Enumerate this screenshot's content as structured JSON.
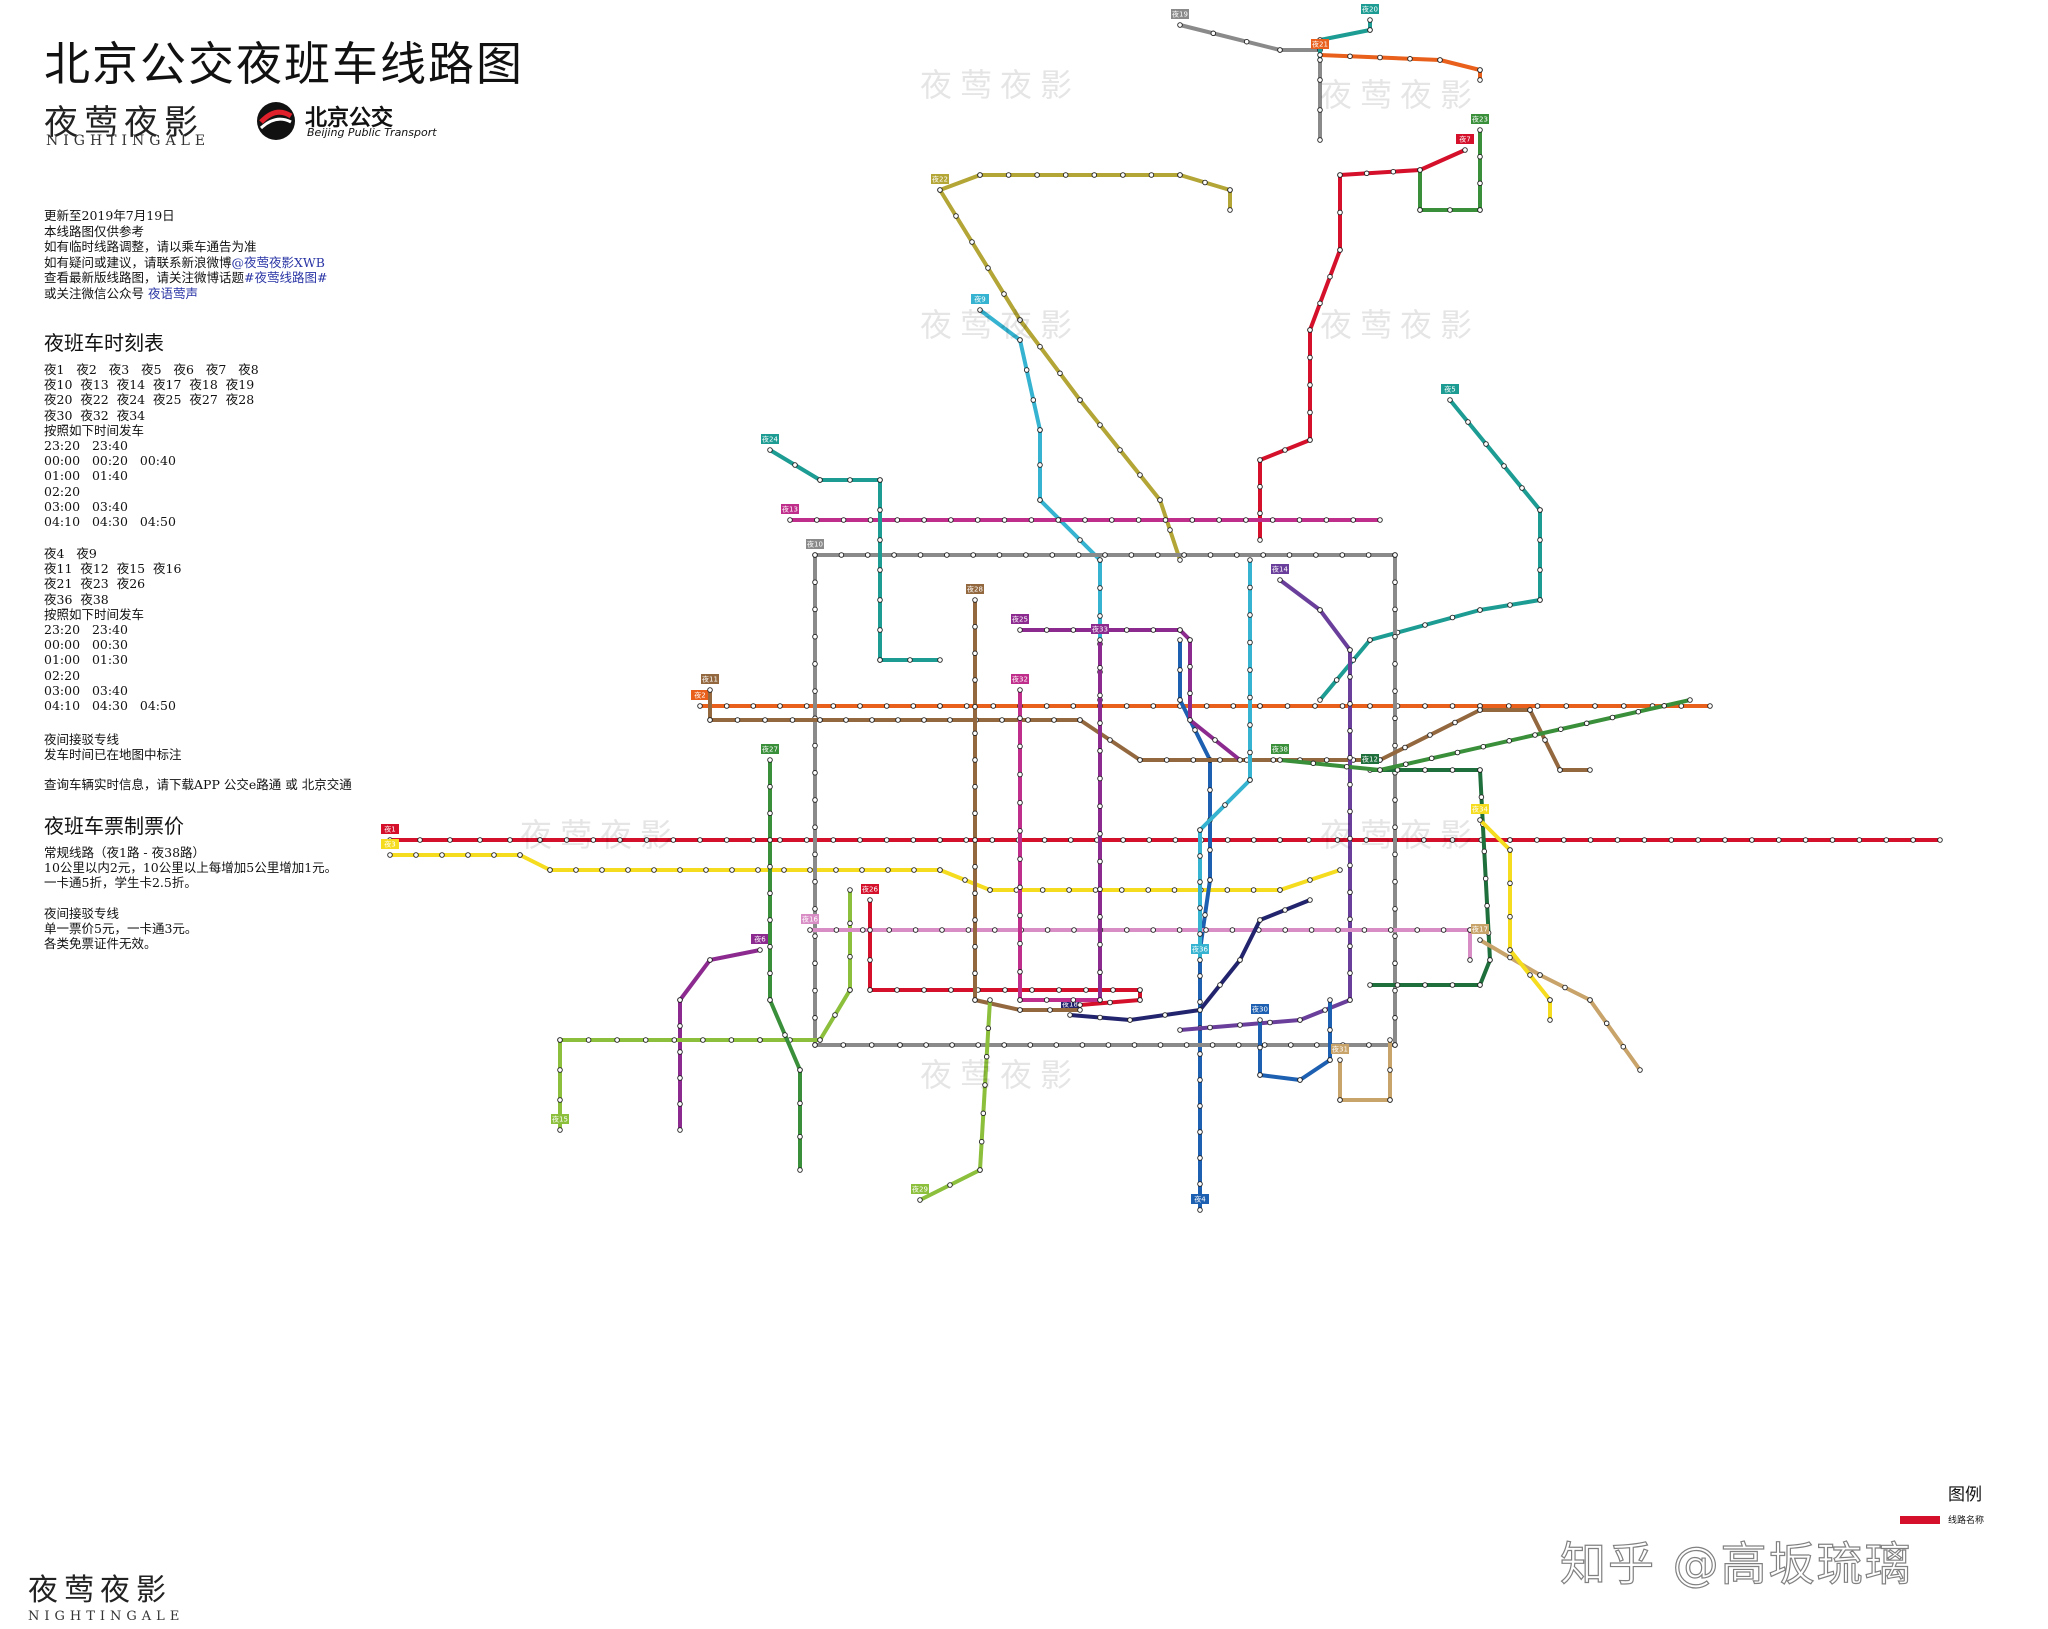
{
  "header": {
    "title": "北京公交夜班车线路图",
    "brand_cn": "夜莺夜影",
    "brand_en": "NIGHTINGALE",
    "bus_brand_cn": "北京公交",
    "bus_brand_en": "Beijing Public Transport"
  },
  "info": {
    "updated": "更新至2019年7月19日",
    "ref": "本线路图仅供参考",
    "notice": "如有临时线路调整，请以乘车通告为准",
    "contact_prefix": "如有疑问或建议，请联系新浪微博",
    "contact_weibo": "@夜莺夜影XWB",
    "latest_prefix": "查看最新版线路图，请关注微博话题",
    "latest_topic": "#夜莺线路图#",
    "wechat_prefix": "或关注微信公众号",
    "wechat_name": "夜语莺声"
  },
  "timetable": {
    "title": "夜班车时刻表",
    "group1": [
      "夜1   夜2   夜3   夜5   夜6   夜7   夜8",
      "夜10  夜13  夜14  夜17  夜18  夜19",
      "夜20  夜22  夜24  夜25  夜27  夜28",
      "夜30  夜32  夜34",
      "按照如下时间发车",
      "23:20   23:40",
      "00:00   00:20   00:40",
      "01:00   01:40",
      "02:20",
      "03:00   03:40",
      "04:10   04:30   04:50"
    ],
    "group2": [
      "夜4   夜9",
      "夜11  夜12  夜15  夜16",
      "夜21  夜23  夜26",
      "夜36  夜38",
      "按照如下时间发车",
      "23:20   23:40",
      "00:00   00:30",
      "01:00   01:30",
      "02:20",
      "03:00   03:40",
      "04:10   04:30   04:50"
    ],
    "shuttle_title": "夜间接驳专线",
    "shuttle_note": "发车时间已在地图中标注",
    "app_prefix": "查询车辆实时信息，请下载APP",
    "app1": "公交e路通",
    "app_or": "或",
    "app2": "北京交通"
  },
  "fares": {
    "title": "夜班车票制票价",
    "regular_title": "常规线路（夜1路 - 夜38路）",
    "regular_lines": [
      "10公里以内2元，10公里以上每增加5公里增加1元。",
      "一卡通5折，学生卡2.5折。"
    ],
    "shuttle_title": "夜间接驳专线",
    "shuttle_lines": [
      "单一票价5元，一卡通3元。",
      "各类免票证件无效。"
    ]
  },
  "legend": {
    "title": "图例",
    "line_label": "线路名称"
  },
  "watermark": {
    "text": "夜莺夜影",
    "zhihu": "知乎 @高坂琉璃"
  },
  "colors": {
    "red": "#d4102b",
    "orange": "#e8601b",
    "yellow": "#f5dc1e",
    "green": "#3a8f3a",
    "darkgreen": "#1e6f3b",
    "blue": "#1d5fb0",
    "navy": "#23246e",
    "teal": "#1c9c93",
    "cyan": "#35b3d0",
    "purple": "#8c2a8f",
    "magenta": "#c02e8b",
    "olive": "#b3a536",
    "gray": "#8a8a8a",
    "brown": "#93683f",
    "lime": "#8cbf3c",
    "violet": "#6a3f9b",
    "pink": "#d88ec5",
    "tan": "#c8a36a"
  },
  "lines": [
    {
      "name": "夜1",
      "color": "#d4102b",
      "points": [
        [
          10,
          840
        ],
        [
          160,
          840
        ],
        [
          560,
          840
        ],
        [
          900,
          840
        ],
        [
          1130,
          840
        ],
        [
          1560,
          840
        ]
      ]
    },
    {
      "name": "夜2",
      "color": "#e8601b",
      "points": [
        [
          320,
          706
        ],
        [
          560,
          706
        ],
        [
          880,
          706
        ],
        [
          1100,
          706
        ],
        [
          1330,
          706
        ]
      ]
    },
    {
      "name": "夜3",
      "color": "#f5dc1e",
      "points": [
        [
          10,
          855
        ],
        [
          140,
          855
        ],
        [
          170,
          870
        ],
        [
          560,
          870
        ],
        [
          610,
          890
        ],
        [
          900,
          890
        ],
        [
          960,
          870
        ]
      ]
    },
    {
      "name": "夜4",
      "color": "#1d5fb0",
      "points": [
        [
          820,
          1210
        ],
        [
          820,
          950
        ],
        [
          830,
          880
        ],
        [
          830,
          760
        ],
        [
          800,
          700
        ],
        [
          800,
          640
        ]
      ]
    },
    {
      "name": "夜5",
      "color": "#1c9c93",
      "points": [
        [
          1070,
          400
        ],
        [
          1160,
          510
        ],
        [
          1160,
          600
        ],
        [
          1100,
          610
        ],
        [
          990,
          640
        ],
        [
          940,
          700
        ]
      ]
    },
    {
      "name": "夜6",
      "color": "#8c2a8f",
      "points": [
        [
          380,
          950
        ],
        [
          330,
          960
        ],
        [
          300,
          1000
        ],
        [
          300,
          1130
        ]
      ]
    },
    {
      "name": "夜7",
      "color": "#d4102b",
      "points": [
        [
          1085,
          150
        ],
        [
          1040,
          170
        ],
        [
          960,
          175
        ],
        [
          960,
          250
        ],
        [
          930,
          330
        ],
        [
          930,
          440
        ],
        [
          880,
          460
        ],
        [
          880,
          540
        ]
      ]
    },
    {
      "name": "夜8",
      "color": "#b3a536",
      "points": [
        [
          560,
          190
        ],
        [
          640,
          320
        ],
        [
          700,
          400
        ],
        [
          780,
          500
        ],
        [
          800,
          560
        ]
      ]
    },
    {
      "name": "夜9",
      "color": "#35b3d0",
      "points": [
        [
          600,
          310
        ],
        [
          640,
          340
        ],
        [
          660,
          430
        ],
        [
          660,
          500
        ],
        [
          720,
          560
        ],
        [
          720,
          700
        ]
      ]
    },
    {
      "name": "夜10",
      "color": "#8a8a8a",
      "points": [
        [
          435,
          555
        ],
        [
          1015,
          555
        ],
        [
          1015,
          1045
        ],
        [
          520,
          1045
        ],
        [
          435,
          1045
        ],
        [
          435,
          555
        ]
      ]
    },
    {
      "name": "夜11",
      "color": "#93683f",
      "points": [
        [
          330,
          690
        ],
        [
          330,
          720
        ],
        [
          440,
          720
        ],
        [
          700,
          720
        ],
        [
          760,
          760
        ],
        [
          1000,
          760
        ],
        [
          1100,
          710
        ],
        [
          1150,
          710
        ],
        [
          1180,
          770
        ],
        [
          1210,
          770
        ]
      ]
    },
    {
      "name": "夜12",
      "color": "#1e6f3b",
      "points": [
        [
          990,
          770
        ],
        [
          1100,
          770
        ],
        [
          1110,
          960
        ],
        [
          1100,
          985
        ],
        [
          990,
          985
        ]
      ]
    },
    {
      "name": "夜13",
      "color": "#c02e8b",
      "points": [
        [
          410,
          520
        ],
        [
          1000,
          520
        ]
      ]
    },
    {
      "name": "夜14",
      "color": "#6a3f9b",
      "points": [
        [
          900,
          580
        ],
        [
          940,
          610
        ],
        [
          970,
          650
        ],
        [
          970,
          1000
        ],
        [
          920,
          1020
        ],
        [
          800,
          1030
        ]
      ]
    },
    {
      "name": "夜15",
      "color": "#8cbf3c",
      "points": [
        [
          180,
          1130
        ],
        [
          180,
          1040
        ],
        [
          380,
          1040
        ],
        [
          440,
          1040
        ],
        [
          470,
          990
        ],
        [
          470,
          890
        ]
      ]
    },
    {
      "name": "夜16",
      "color": "#d88ec5",
      "points": [
        [
          430,
          930
        ],
        [
          1090,
          930
        ],
        [
          1090,
          960
        ]
      ]
    },
    {
      "name": "夜17",
      "color": "#c8a36a",
      "points": [
        [
          1100,
          940
        ],
        [
          1160,
          975
        ],
        [
          1210,
          1000
        ],
        [
          1260,
          1070
        ]
      ]
    },
    {
      "name": "夜18",
      "color": "#23246e",
      "points": [
        [
          690,
          1015
        ],
        [
          750,
          1020
        ],
        [
          820,
          1010
        ],
        [
          860,
          960
        ],
        [
          880,
          920
        ],
        [
          930,
          900
        ]
      ]
    },
    {
      "name": "夜19",
      "color": "#8a8a8a",
      "points": [
        [
          800,
          25
        ],
        [
          900,
          50
        ],
        [
          940,
          50
        ],
        [
          940,
          140
        ]
      ]
    },
    {
      "name": "夜20",
      "color": "#1c9c93",
      "points": [
        [
          990,
          20
        ],
        [
          990,
          30
        ],
        [
          940,
          40
        ],
        [
          940,
          60
        ]
      ]
    },
    {
      "name": "夜21",
      "color": "#e8601b",
      "points": [
        [
          940,
          55
        ],
        [
          1060,
          60
        ],
        [
          1100,
          70
        ],
        [
          1100,
          80
        ]
      ]
    },
    {
      "name": "夜22",
      "color": "#b3a536",
      "points": [
        [
          560,
          190
        ],
        [
          600,
          175
        ],
        [
          800,
          175
        ],
        [
          850,
          190
        ],
        [
          850,
          210
        ]
      ]
    },
    {
      "name": "夜23",
      "color": "#3a8f3a",
      "points": [
        [
          1100,
          130
        ],
        [
          1100,
          210
        ],
        [
          1040,
          210
        ],
        [
          1040,
          170
        ]
      ]
    },
    {
      "name": "夜24",
      "color": "#1c9c93",
      "points": [
        [
          390,
          450
        ],
        [
          440,
          480
        ],
        [
          500,
          480
        ],
        [
          500,
          660
        ],
        [
          560,
          660
        ]
      ]
    },
    {
      "name": "夜25",
      "color": "#8c2a8f",
      "points": [
        [
          640,
          630
        ],
        [
          800,
          630
        ],
        [
          810,
          640
        ],
        [
          810,
          720
        ],
        [
          860,
          760
        ]
      ]
    },
    {
      "name": "夜26",
      "color": "#d4102b",
      "points": [
        [
          490,
          900
        ],
        [
          490,
          990
        ],
        [
          760,
          990
        ],
        [
          760,
          1000
        ],
        [
          700,
          1005
        ]
      ]
    },
    {
      "name": "夜27",
      "color": "#3a8f3a",
      "points": [
        [
          390,
          760
        ],
        [
          390,
          1000
        ],
        [
          420,
          1070
        ],
        [
          420,
          1170
        ]
      ]
    },
    {
      "name": "夜28",
      "color": "#93683f",
      "points": [
        [
          595,
          600
        ],
        [
          595,
          1000
        ],
        [
          640,
          1010
        ],
        [
          700,
          1010
        ]
      ]
    },
    {
      "name": "夜29",
      "color": "#8cbf3c",
      "points": [
        [
          540,
          1200
        ],
        [
          600,
          1170
        ],
        [
          610,
          1000
        ]
      ]
    },
    {
      "name": "夜30",
      "color": "#1d5fb0",
      "points": [
        [
          880,
          1020
        ],
        [
          880,
          1075
        ],
        [
          920,
          1080
        ],
        [
          950,
          1060
        ],
        [
          950,
          1000
        ]
      ]
    },
    {
      "name": "夜31",
      "color": "#c8a36a",
      "points": [
        [
          960,
          1060
        ],
        [
          960,
          1100
        ],
        [
          1010,
          1100
        ],
        [
          1010,
          1040
        ]
      ]
    },
    {
      "name": "夜32",
      "color": "#c02e8b",
      "points": [
        [
          640,
          690
        ],
        [
          640,
          1000
        ],
        [
          720,
          1000
        ]
      ]
    },
    {
      "name": "夜33",
      "color": "#8c2a8f",
      "points": [
        [
          720,
          640
        ],
        [
          720,
          1000
        ]
      ]
    },
    {
      "name": "夜34",
      "color": "#f5dc1e",
      "points": [
        [
          1100,
          820
        ],
        [
          1130,
          850
        ],
        [
          1130,
          950
        ],
        [
          1170,
          1000
        ],
        [
          1170,
          1020
        ]
      ]
    },
    {
      "name": "夜36",
      "color": "#35b3d0",
      "points": [
        [
          820,
          960
        ],
        [
          820,
          830
        ],
        [
          870,
          780
        ],
        [
          870,
          560
        ]
      ]
    },
    {
      "name": "夜38",
      "color": "#3a8f3a",
      "points": [
        [
          900,
          760
        ],
        [
          1000,
          770
        ],
        [
          1310,
          700
        ]
      ]
    }
  ]
}
